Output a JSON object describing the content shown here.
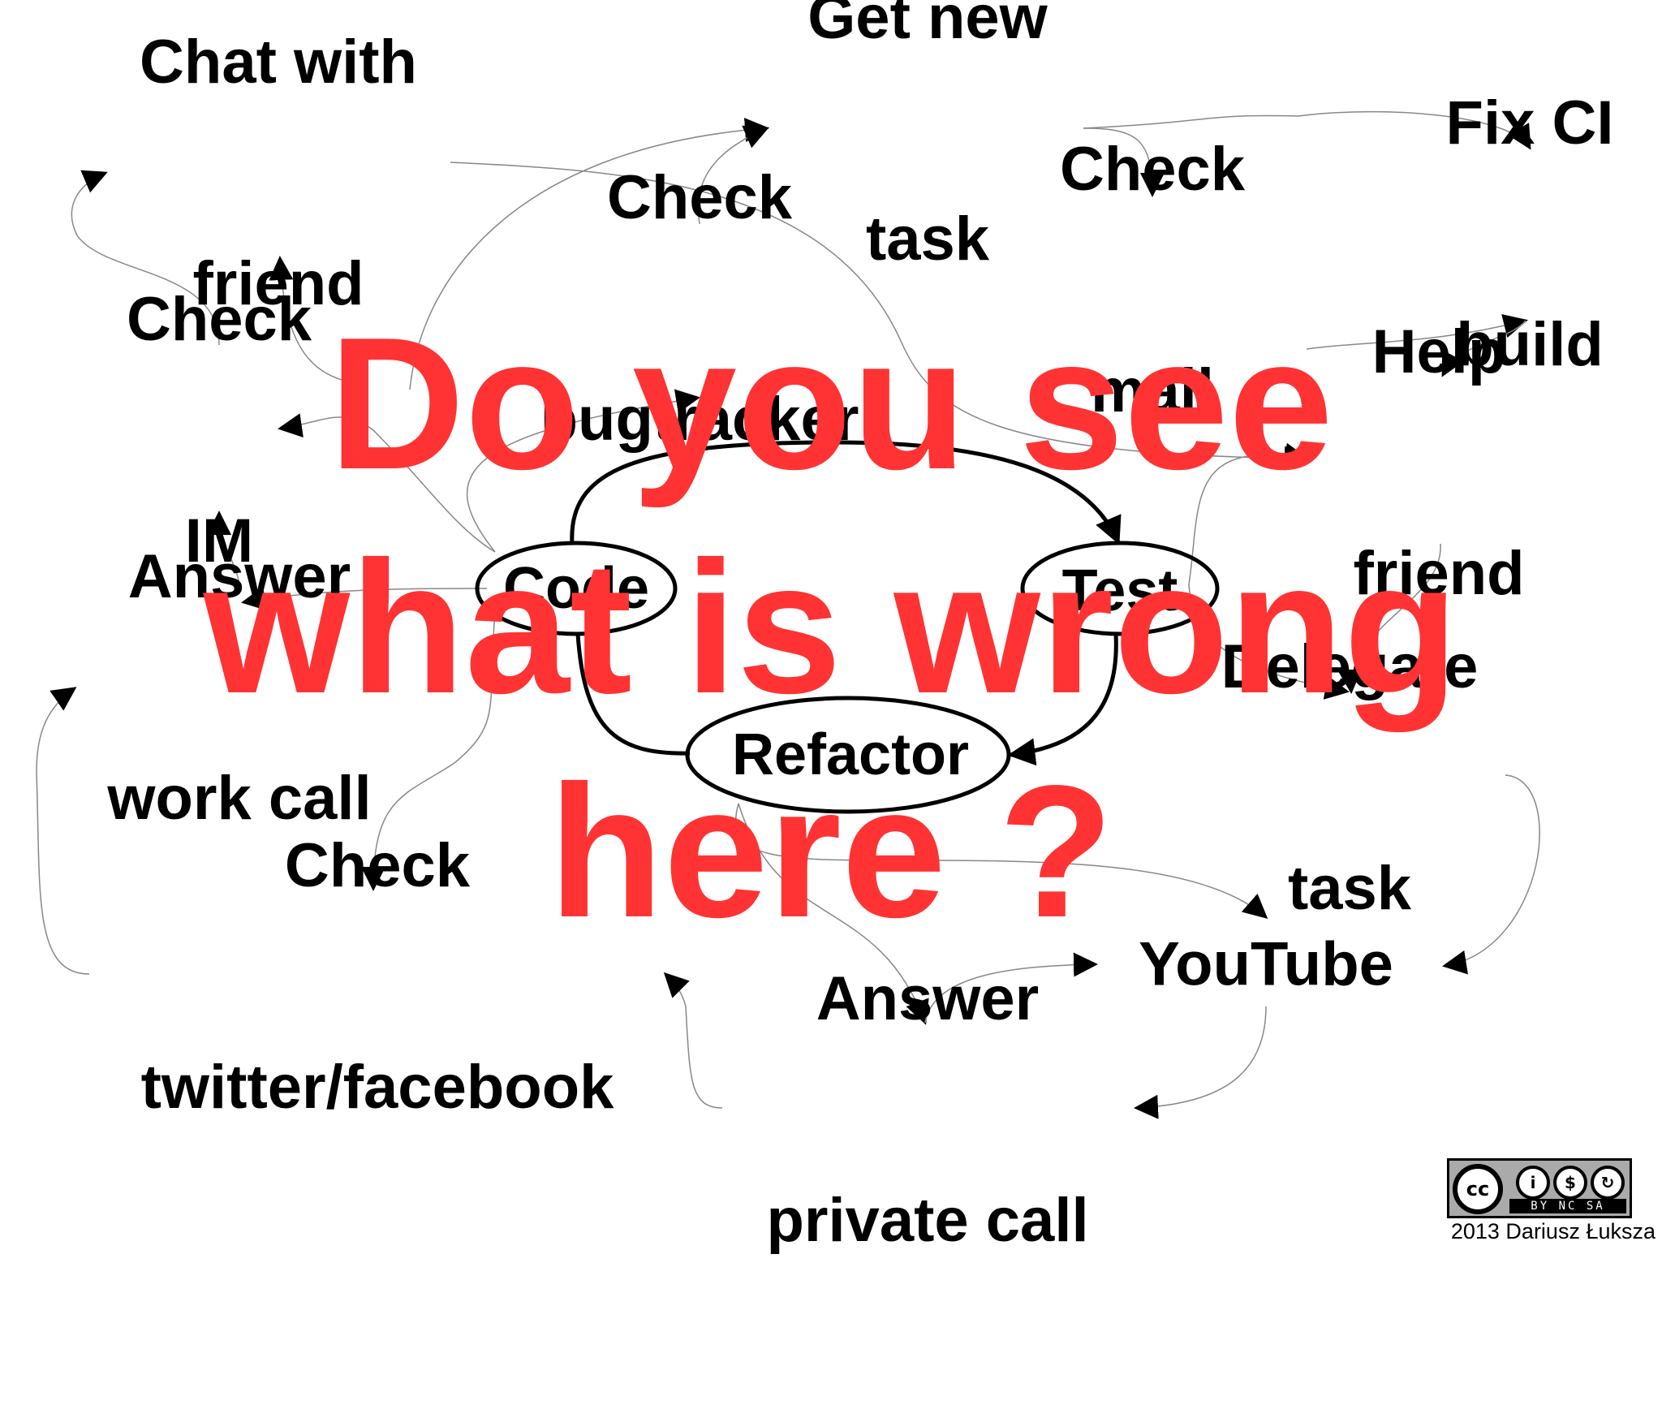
{
  "nodes": {
    "chat_with_friend": [
      "Chat with",
      "friend"
    ],
    "get_new_task": [
      "Get new",
      "task"
    ],
    "fix_ci_build": [
      "Fix CI",
      "build"
    ],
    "check_mail": [
      "Check",
      "mail"
    ],
    "check_bugtracker": [
      "Check",
      "bugtracker"
    ],
    "check_im": [
      "Check",
      "IM"
    ],
    "help_friend": [
      "Help",
      "friend"
    ],
    "answer_work_call": [
      "Answer",
      "work call"
    ],
    "delegate_task": [
      "Delegate",
      "task"
    ],
    "check_twitter_facebook": [
      "Check",
      "twitter/facebook"
    ],
    "youtube": [
      "YouTube"
    ],
    "answer_private_call": [
      "Answer",
      "private call"
    ]
  },
  "cycle": {
    "code": "Code",
    "test": "Test",
    "refactor": "Refactor"
  },
  "overlay_lines": [
    "Do you see",
    "what is wrong",
    "here ?"
  ],
  "license": {
    "cc": "cc",
    "strip": "BY NC SA",
    "credit": "2013 Dariusz Łuksza"
  },
  "colors": {
    "overlay": "#ff3333",
    "edges": "#888888",
    "cycle": "#000000"
  }
}
